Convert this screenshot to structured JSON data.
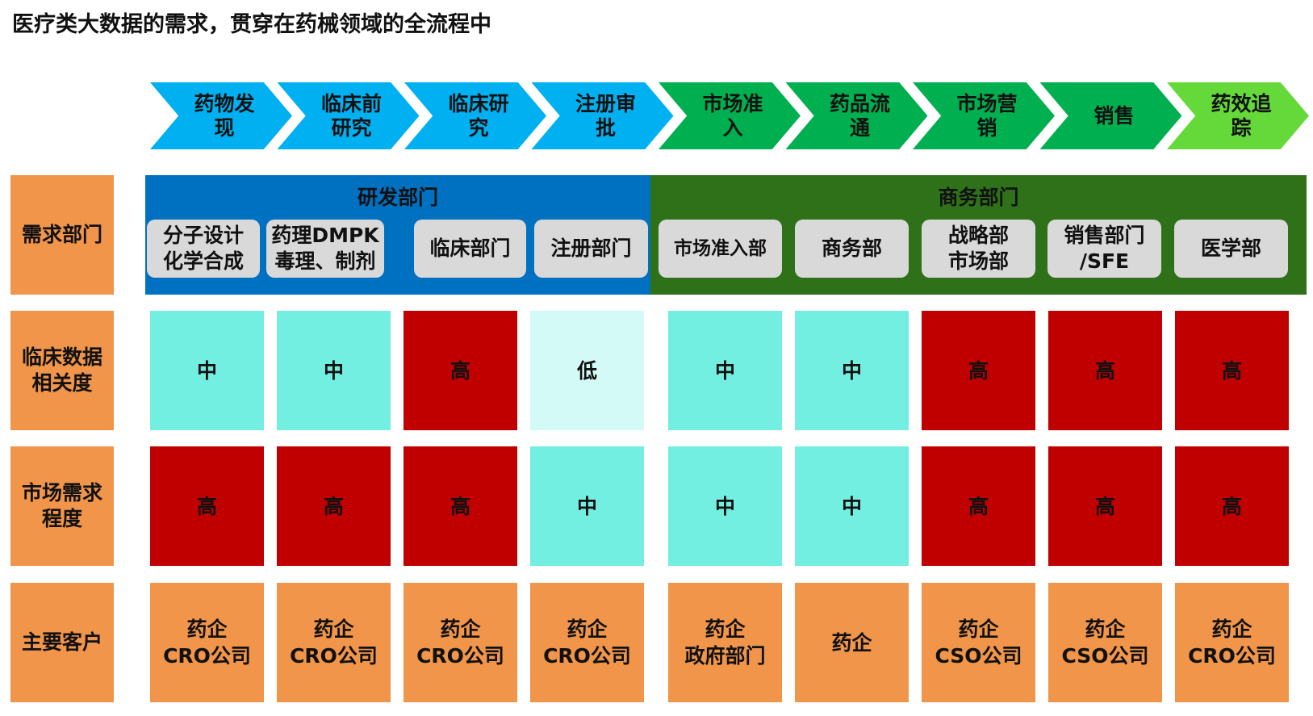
{
  "title": "医疗类大数据的需求，贯穿在药械领域的全流程中",
  "stages": [
    "药物发现",
    "临床前研究",
    "临床研究",
    "注册审批",
    "市场准入",
    "药品流通",
    "市场营销",
    "销售",
    "药效追踪"
  ],
  "row_labels": {
    "dept": "需求部门",
    "clinical": "临床数据相关度",
    "market": "市场需求程度",
    "customer": "主要客户"
  },
  "groups": {
    "rd": "研发部门",
    "business": "商务部门"
  },
  "departments": [
    "分子设计化学合成",
    "药理DMPK毒理、制剂",
    "临床部门",
    "注册部门",
    "市场准入部",
    "商务部",
    "战略部市场部",
    "销售部门/SFE",
    "医学部"
  ],
  "clinical_relevance": [
    "中",
    "中",
    "高",
    "低",
    "中",
    "中",
    "高",
    "高",
    "高"
  ],
  "market_demand": [
    "高",
    "高",
    "高",
    "中",
    "中",
    "中",
    "高",
    "高",
    "高"
  ],
  "customers": [
    "药企CRO公司",
    "药企CRO公司",
    "药企CRO公司",
    "药企CRO公司",
    "药企政府部门",
    "药企",
    "药企CSO公司",
    "药企CSO公司",
    "药企CRO公司"
  ],
  "colors": {
    "high": "#c00000",
    "mid": "#72efe0",
    "low": "#d3faf6",
    "orange": "#f0954a",
    "blue_arrow": "#00b0f0",
    "green_arrow": "#00b050",
    "lime_arrow": "#66d93a",
    "rd_band": "#0070c0",
    "biz_band": "#2e7119"
  }
}
